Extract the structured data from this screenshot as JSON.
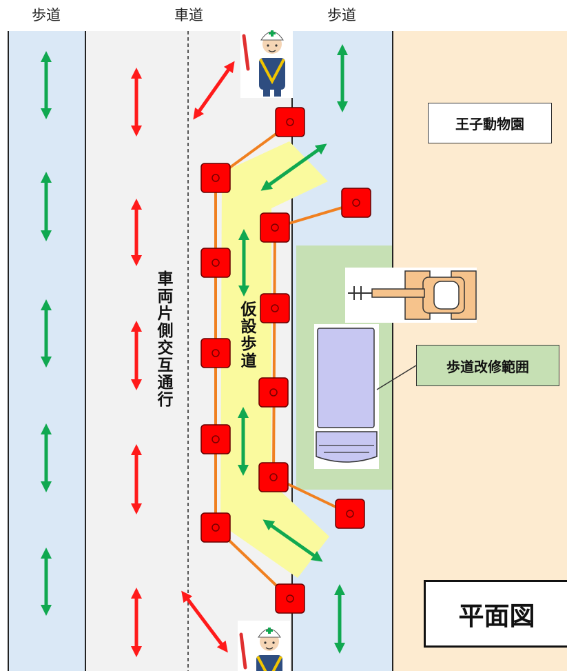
{
  "headers": {
    "left_sidewalk": "歩道",
    "roadway": "車道",
    "right_sidewalk": "歩道"
  },
  "labels": {
    "zoo": "王子動物園",
    "one_side_traffic": "車両片側交互通行",
    "temp_walkway": "仮設歩道",
    "repair_area": "歩道改修範囲",
    "plan_view": "平面図"
  },
  "colors": {
    "sidewalk": "#dae8f6",
    "roadway": "#f2f2f2",
    "zoo_area": "#fdebd0",
    "repair_area": "#c6e0b4",
    "temp_walkway": "#fafa9e",
    "arrow_vehicle": "#ff1a1a",
    "arrow_pedestrian": "#10a850",
    "cone": "#ff0000",
    "cone_bar": "#f08020",
    "truck": "#c7c7f2"
  },
  "icons": [
    "flagman-icon",
    "traffic-cone-icon",
    "excavator-icon",
    "truck-icon"
  ]
}
